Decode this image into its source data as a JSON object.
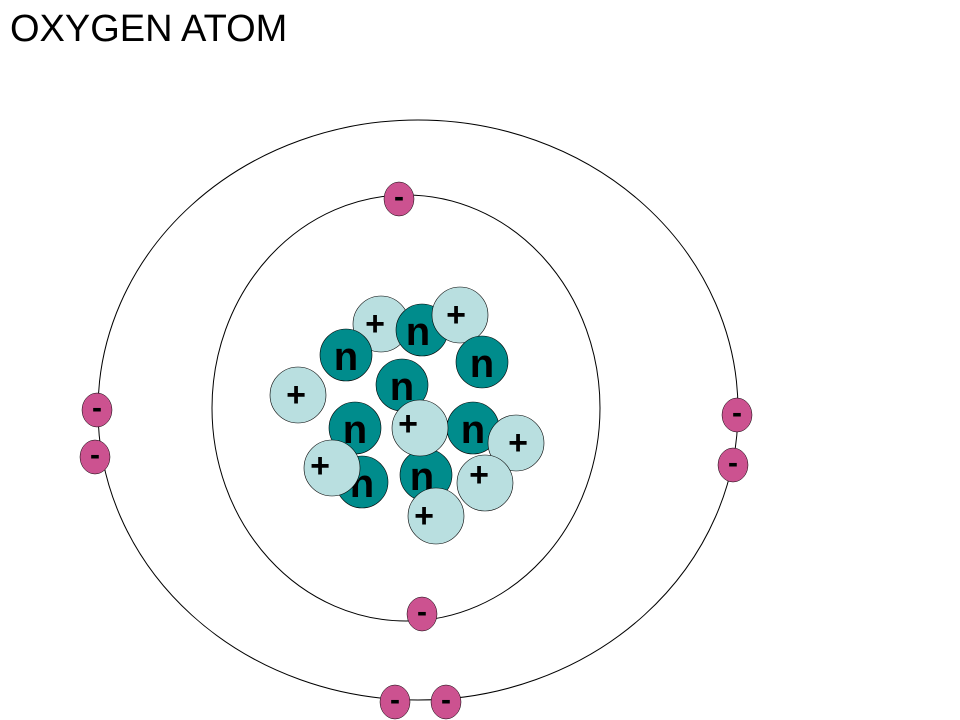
{
  "title": "OXYGEN ATOM",
  "symbols": {
    "proton": "+",
    "neutron": "n",
    "electron": "-"
  },
  "colors": {
    "proton_fill": "#b9dfe0",
    "neutron_fill": "#008c8c",
    "electron_fill": "#cc5290",
    "orbit_stroke": "#000000",
    "text": "#000000"
  },
  "counts": {
    "protons": 8,
    "neutrons": 8,
    "electrons": 8,
    "inner_shell_electrons": 2,
    "outer_shell_electrons": 6
  }
}
